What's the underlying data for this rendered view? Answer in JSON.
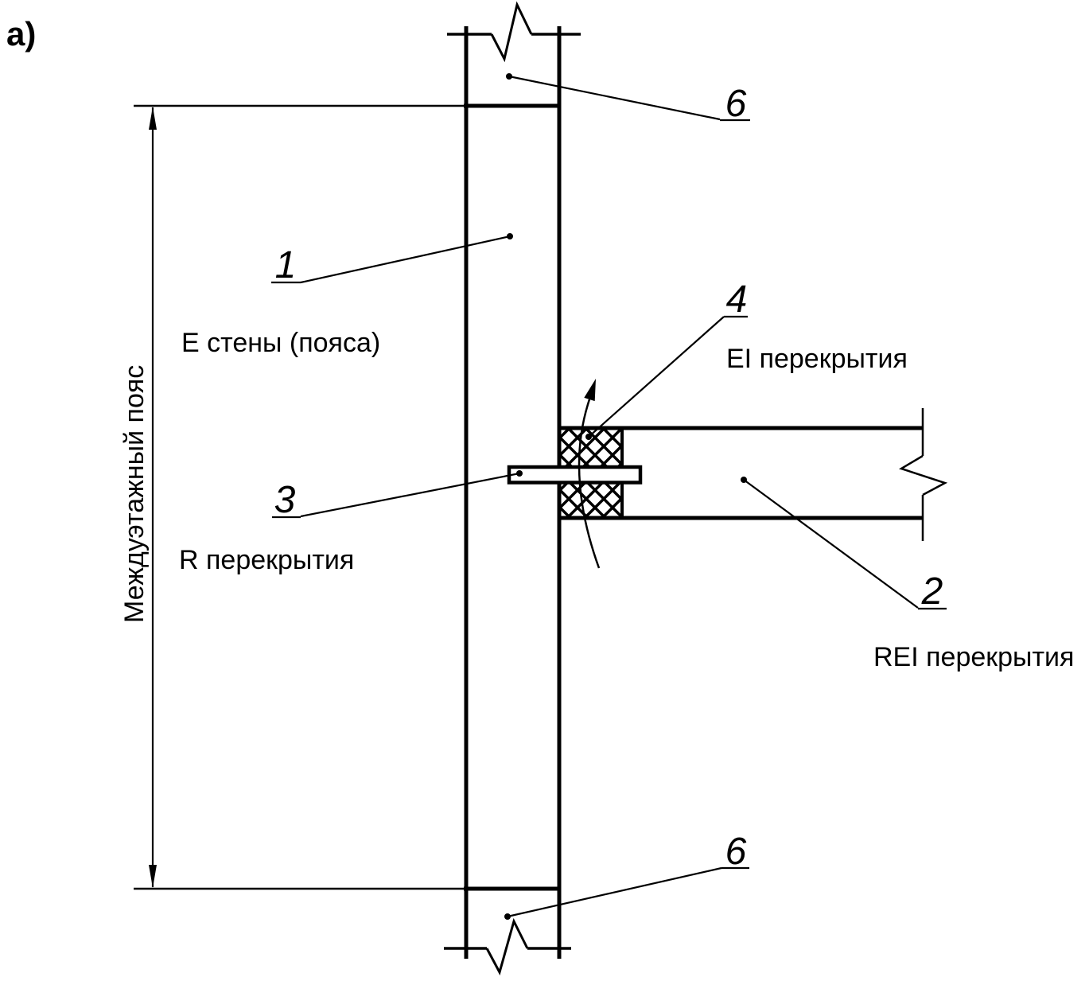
{
  "figure_label": "а)",
  "annotations": {
    "wall": "Е стены (пояса)",
    "floor_r": "R перекрытия",
    "floor_ei": "EI перекрытия",
    "floor_rei": "REI перекрытия",
    "dimension": "Междуэтажный пояс"
  },
  "callouts": {
    "wall_panel": "1",
    "floor_slab": "2",
    "anchor_plate": "3",
    "joint_insulation": "4",
    "belt_block_top": "6",
    "belt_block_bottom": "6"
  },
  "colors": {
    "line": "#000000",
    "background": "#ffffff"
  }
}
